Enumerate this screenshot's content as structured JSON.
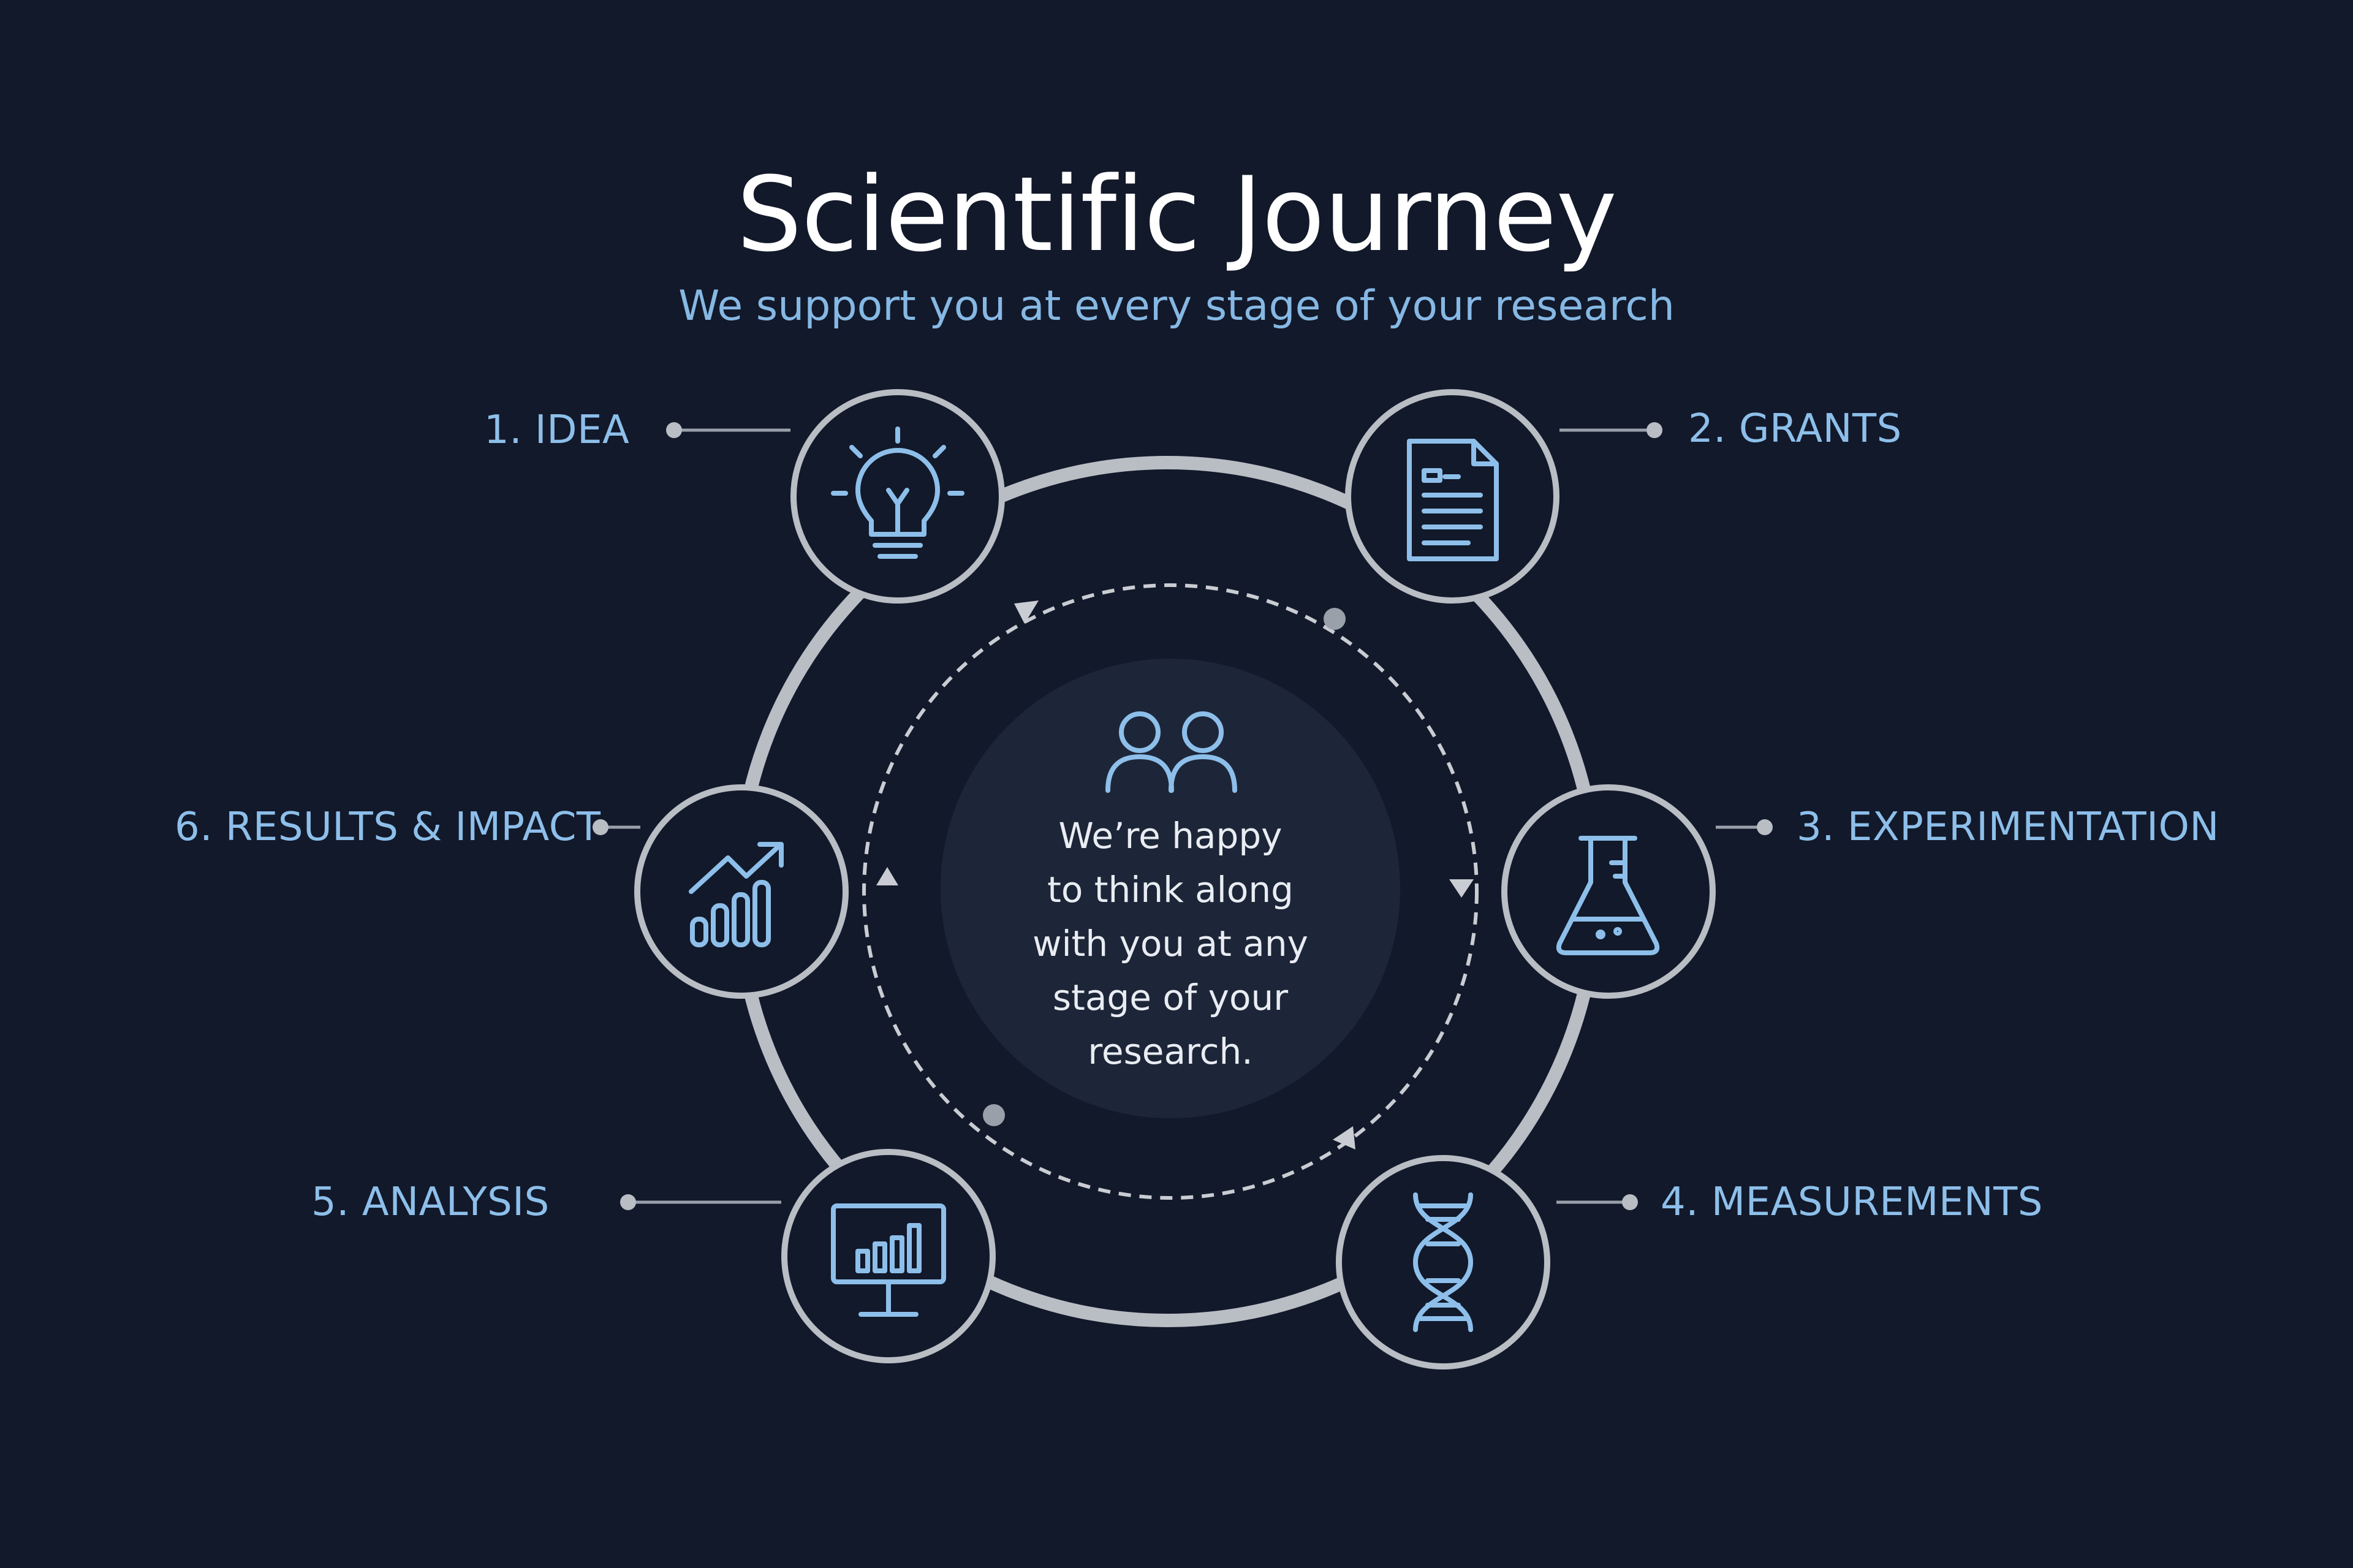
{
  "header": {
    "title": "Scientific Journey",
    "subtitle": "We support you at every stage of your research"
  },
  "stages": [
    {
      "label": "1. IDEA",
      "icon": "lightbulb-icon"
    },
    {
      "label": "2. GRANTS",
      "icon": "document-icon"
    },
    {
      "label": "3. EXPERIMENTATION",
      "icon": "flask-icon"
    },
    {
      "label": "4. MEASUREMENTS",
      "icon": "dna-icon"
    },
    {
      "label": "5. ANALYSIS",
      "icon": "monitor-chart-icon"
    },
    {
      "label": "6. RESULTS & IMPACT",
      "icon": "growth-chart-icon"
    }
  ],
  "center": {
    "icon": "people-icon",
    "lines": [
      "We’re happy",
      "to think along",
      "with you at any",
      "stage of your",
      "research."
    ]
  },
  "colors": {
    "background": "#12192a",
    "ring": "#b9bdc4",
    "accent": "#8dbfea",
    "center_disc": "#1d2638"
  }
}
